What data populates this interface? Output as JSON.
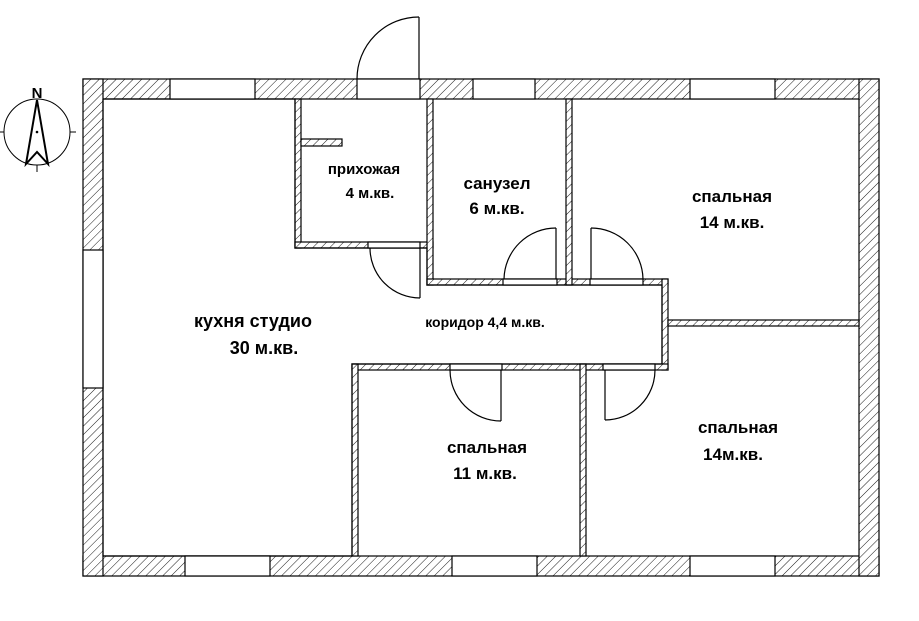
{
  "compass": {
    "north_label": "N"
  },
  "rooms": {
    "kitchen": {
      "name": "кухня студио",
      "area": "30 м.кв."
    },
    "hallway": {
      "name": "прихожая",
      "area": "4 м.кв."
    },
    "bathroom": {
      "name": "санузел",
      "area": "6 м.кв."
    },
    "bedroom_ne": {
      "name": "спальная",
      "area": "14 м.кв."
    },
    "corridor": {
      "label": "коридор 4,4 м.кв."
    },
    "bedroom_s": {
      "name": "спальная",
      "area": "11 м.кв."
    },
    "bedroom_se": {
      "name": "спальная",
      "area": "14м.кв."
    }
  }
}
